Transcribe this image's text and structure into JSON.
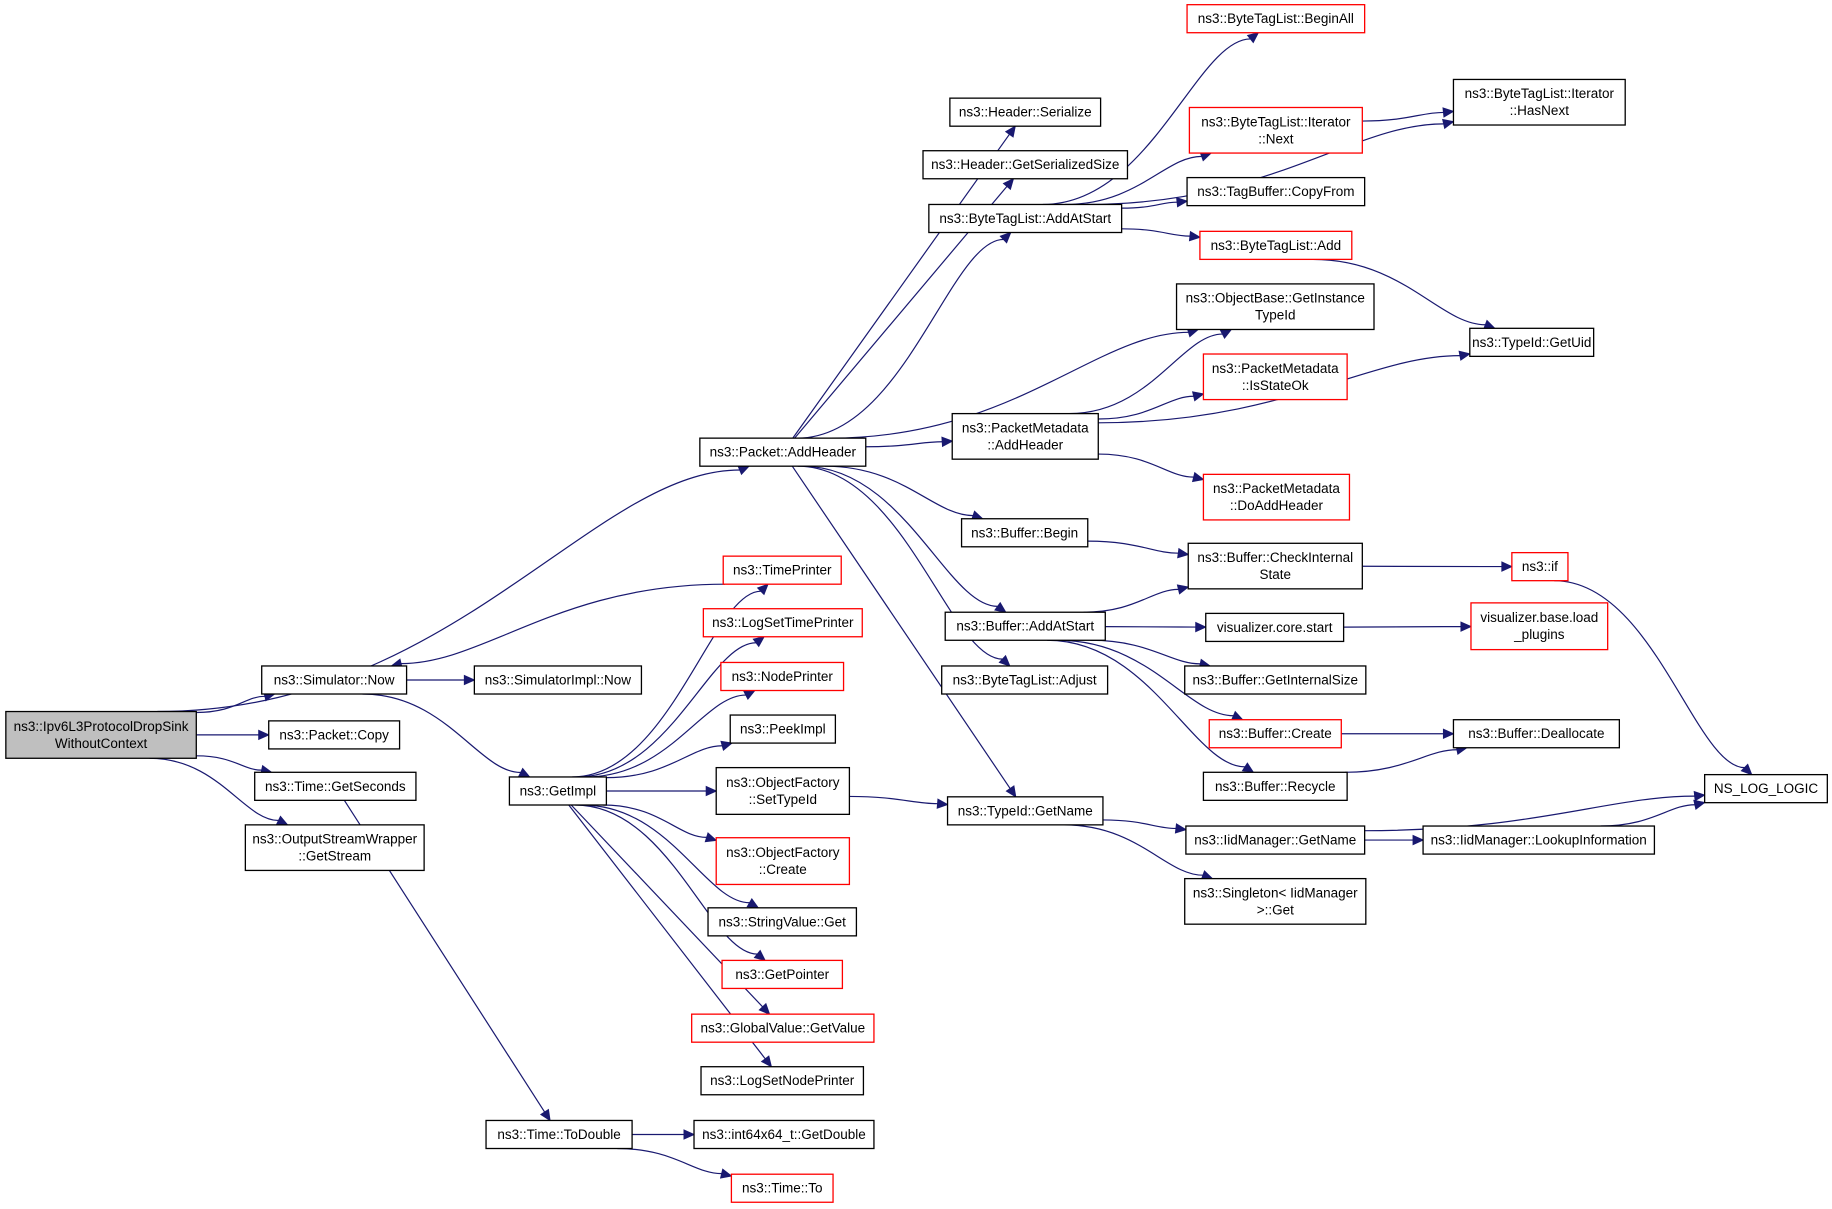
{
  "nodes": {
    "root": {
      "line1": "ns3::Ipv6L3ProtocolDropSink",
      "line2": "WithoutContext",
      "style": "root"
    },
    "now": {
      "line1": "ns3::Simulator::Now",
      "style": "black"
    },
    "copy": {
      "line1": "ns3::Packet::Copy",
      "style": "black"
    },
    "getseconds": {
      "line1": "ns3::Time::GetSeconds",
      "style": "black"
    },
    "getstream": {
      "line1": "ns3::OutputStreamWrapper",
      "line2": "::GetStream",
      "style": "black"
    },
    "simimplnow": {
      "line1": "ns3::SimulatorImpl::Now",
      "style": "black"
    },
    "getimpl": {
      "line1": "ns3::GetImpl",
      "style": "black"
    },
    "addheader": {
      "line1": "ns3::Packet::AddHeader",
      "style": "black"
    },
    "timeprinter": {
      "line1": "ns3::TimePrinter",
      "style": "red"
    },
    "logsettimeprinter": {
      "line1": "ns3::LogSetTimePrinter",
      "style": "red"
    },
    "nodeprinter": {
      "line1": "ns3::NodePrinter",
      "style": "red"
    },
    "peekimpl": {
      "line1": "ns3::PeekImpl",
      "style": "black"
    },
    "settypeid": {
      "line1": "ns3::ObjectFactory",
      "line2": "::SetTypeId",
      "style": "black"
    },
    "ofcreate": {
      "line1": "ns3::ObjectFactory",
      "line2": "::Create",
      "style": "red"
    },
    "svget": {
      "line1": "ns3::StringValue::Get",
      "style": "black"
    },
    "getpointer": {
      "line1": "ns3::GetPointer",
      "style": "red"
    },
    "gvgetvalue": {
      "line1": "ns3::GlobalValue::GetValue",
      "style": "red"
    },
    "logsetnodeprinter": {
      "line1": "ns3::LogSetNodePrinter",
      "style": "black"
    },
    "todouble": {
      "line1": "ns3::Time::ToDouble",
      "style": "black"
    },
    "int64getdouble": {
      "line1": "ns3::int64x64_t::GetDouble",
      "style": "black"
    },
    "timeto": {
      "line1": "ns3::Time::To",
      "style": "red"
    },
    "hdrserialize": {
      "line1": "ns3::Header::Serialize",
      "style": "black"
    },
    "hdrgetsize": {
      "line1": "ns3::Header::GetSerializedSize",
      "style": "black"
    },
    "btladdatstart": {
      "line1": "ns3::ByteTagList::AddAtStart",
      "style": "black"
    },
    "pmaddheader": {
      "line1": "ns3::PacketMetadata",
      "line2": "::AddHeader",
      "style": "black"
    },
    "bufbegin": {
      "line1": "ns3::Buffer::Begin",
      "style": "black"
    },
    "bufaddatstart": {
      "line1": "ns3::Buffer::AddAtStart",
      "style": "black"
    },
    "btladjust": {
      "line1": "ns3::ByteTagList::Adjust",
      "style": "black"
    },
    "tidgetname": {
      "line1": "ns3::TypeId::GetName",
      "style": "black"
    },
    "btlbeginall": {
      "line1": "ns3::ByteTagList::BeginAll",
      "style": "red"
    },
    "btlitnext": {
      "line1": "ns3::ByteTagList::Iterator",
      "line2": "::Next",
      "style": "red"
    },
    "tbcopyfrom": {
      "line1": "ns3::TagBuffer::CopyFrom",
      "style": "black"
    },
    "btladd": {
      "line1": "ns3::ByteTagList::Add",
      "style": "red"
    },
    "obgetinst": {
      "line1": "ns3::ObjectBase::GetInstance",
      "line2": "TypeId",
      "style": "black"
    },
    "pmisstateok": {
      "line1": "ns3::PacketMetadata",
      "line2": "::IsStateOk",
      "style": "red"
    },
    "pmdoaddheader": {
      "line1": "ns3::PacketMetadata",
      "line2": "::DoAddHeader",
      "style": "red"
    },
    "bufcheckint": {
      "line1": "ns3::Buffer::CheckInternal",
      "line2": "State",
      "style": "black"
    },
    "viscorestart": {
      "line1": "visualizer.core.start",
      "style": "black"
    },
    "bufgetintsize": {
      "line1": "ns3::Buffer::GetInternalSize",
      "style": "black"
    },
    "bufcreate": {
      "line1": "ns3::Buffer::Create",
      "style": "red"
    },
    "bufrecycle": {
      "line1": "ns3::Buffer::Recycle",
      "style": "black"
    },
    "iidgetname": {
      "line1": "ns3::IidManager::GetName",
      "style": "black"
    },
    "singletonget": {
      "line1": "ns3::Singleton< IidManager",
      "line2": ">::Get",
      "style": "black"
    },
    "btlithasnext": {
      "line1": "ns3::ByteTagList::Iterator",
      "line2": "::HasNext",
      "style": "black"
    },
    "tidgetuid": {
      "line1": "ns3::TypeId::GetUid",
      "style": "black"
    },
    "nsif": {
      "line1": "ns3::if",
      "style": "red"
    },
    "visloadplugins": {
      "line1": "visualizer.base.load",
      "line2": "_plugins",
      "style": "red"
    },
    "bufdealloc": {
      "line1": "ns3::Buffer::Deallocate",
      "style": "black"
    },
    "iidlookup": {
      "line1": "ns3::IidManager::LookupInformation",
      "style": "black"
    },
    "nslogic": {
      "line1": "NS_LOG_LOGIC",
      "style": "black"
    }
  },
  "edges": [
    [
      "root",
      "addheader"
    ],
    [
      "root",
      "now"
    ],
    [
      "root",
      "copy"
    ],
    [
      "root",
      "getseconds"
    ],
    [
      "root",
      "getstream"
    ],
    [
      "now",
      "simimplnow"
    ],
    [
      "now",
      "getimpl"
    ],
    [
      "timeprinter",
      "now"
    ],
    [
      "getseconds",
      "todouble"
    ],
    [
      "getimpl",
      "timeprinter"
    ],
    [
      "getimpl",
      "logsettimeprinter"
    ],
    [
      "getimpl",
      "nodeprinter"
    ],
    [
      "getimpl",
      "peekimpl"
    ],
    [
      "getimpl",
      "settypeid"
    ],
    [
      "getimpl",
      "ofcreate"
    ],
    [
      "getimpl",
      "svget"
    ],
    [
      "getimpl",
      "getpointer"
    ],
    [
      "getimpl",
      "gvgetvalue"
    ],
    [
      "getimpl",
      "logsetnodeprinter"
    ],
    [
      "todouble",
      "int64getdouble"
    ],
    [
      "todouble",
      "timeto"
    ],
    [
      "settypeid",
      "tidgetname"
    ],
    [
      "addheader",
      "hdrserialize"
    ],
    [
      "addheader",
      "hdrgetsize"
    ],
    [
      "addheader",
      "btladdatstart"
    ],
    [
      "addheader",
      "obgetinst"
    ],
    [
      "addheader",
      "pmaddheader"
    ],
    [
      "addheader",
      "bufbegin"
    ],
    [
      "addheader",
      "bufaddatstart"
    ],
    [
      "addheader",
      "btladjust"
    ],
    [
      "addheader",
      "tidgetname"
    ],
    [
      "btladdatstart",
      "btlbeginall"
    ],
    [
      "btladdatstart",
      "btlithasnext"
    ],
    [
      "btladdatstart",
      "btlitnext"
    ],
    [
      "btladdatstart",
      "tbcopyfrom"
    ],
    [
      "btladdatstart",
      "btladd"
    ],
    [
      "btlitnext",
      "btlithasnext"
    ],
    [
      "btladd",
      "tidgetuid"
    ],
    [
      "pmaddheader",
      "obgetinst"
    ],
    [
      "pmaddheader",
      "pmisstateok"
    ],
    [
      "pmaddheader",
      "tidgetuid"
    ],
    [
      "pmaddheader",
      "pmdoaddheader"
    ],
    [
      "bufbegin",
      "bufcheckint"
    ],
    [
      "bufaddatstart",
      "bufcheckint"
    ],
    [
      "bufaddatstart",
      "viscorestart"
    ],
    [
      "bufaddatstart",
      "bufgetintsize"
    ],
    [
      "bufaddatstart",
      "bufcreate"
    ],
    [
      "bufaddatstart",
      "bufrecycle"
    ],
    [
      "bufcheckint",
      "nsif"
    ],
    [
      "nsif",
      "nslogic"
    ],
    [
      "viscorestart",
      "visloadplugins"
    ],
    [
      "bufcreate",
      "bufdealloc"
    ],
    [
      "bufrecycle",
      "bufdealloc"
    ],
    [
      "tidgetname",
      "iidgetname"
    ],
    [
      "tidgetname",
      "singletonget"
    ],
    [
      "iidgetname",
      "nslogic"
    ],
    [
      "iidgetname",
      "iidlookup"
    ],
    [
      "iidlookup",
      "nslogic"
    ]
  ]
}
